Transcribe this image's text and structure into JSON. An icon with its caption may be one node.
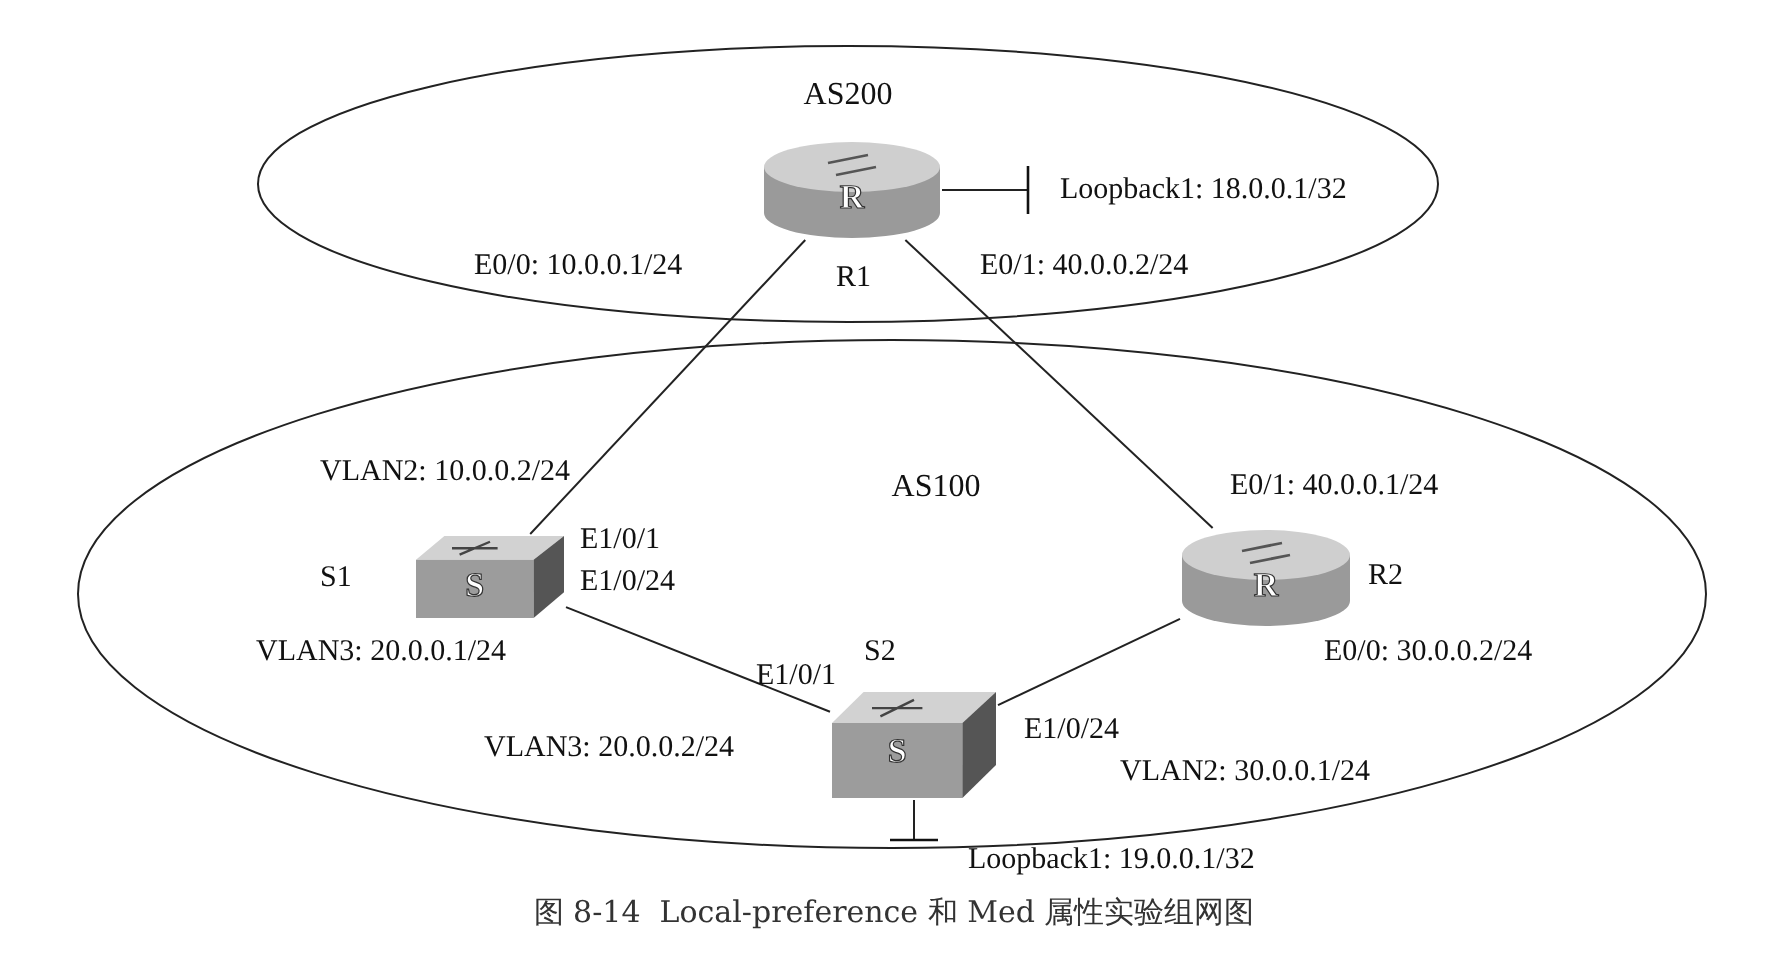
{
  "diagram": {
    "caption": "图 8-14  Local-preference 和 Med 属性实验组网图",
    "nodes": [
      {
        "text": [
          "AS200"
        ]
      },
      {
        "text": [
          "AS100"
        ]
      },
      {
        "text": [
          "R"
        ],
        "in": 0,
        "beside": [
          "R1"
        ]
      },
      {
        "text": [
          "S"
        ],
        "in": 1,
        "beside": [
          "S1"
        ]
      },
      {
        "text": [
          "S"
        ],
        "in": 1,
        "beside": [
          "S2"
        ]
      },
      {
        "text": [
          "R"
        ],
        "in": 1,
        "beside": [
          "R2"
        ]
      },
      {
        "text": [
          "Loopback1: 18.0.0.1/32"
        ],
        "in": 0
      },
      {
        "text": [
          "Loopback1: 19.0.0.1/32"
        ]
      }
    ],
    "edges": [
      {
        "from": 2,
        "to": 3,
        "arrow": "none"
      },
      {
        "from": 2,
        "to": 5,
        "arrow": "none"
      },
      {
        "from": 3,
        "to": 4,
        "arrow": "none"
      },
      {
        "from": 4,
        "to": 5,
        "arrow": "none"
      },
      {
        "from": 2,
        "to": 6,
        "arrow": "other"
      },
      {
        "from": 4,
        "to": 7,
        "arrow": "other"
      }
    ],
    "labels": [
      "E0/0: 10.0.0.1/24",
      "E0/1: 40.0.0.2/24",
      "VLAN2: 10.0.0.2/24",
      "E1/0/1",
      "E1/0/24",
      "VLAN3: 20.0.0.1/24",
      "E1/0/1",
      "VLAN3: 20.0.0.2/24",
      "E1/0/24",
      "E0/1: 40.0.0.1/24",
      "E0/0: 30.0.0.2/24",
      "VLAN2: 30.0.0.1/24"
    ]
  }
}
